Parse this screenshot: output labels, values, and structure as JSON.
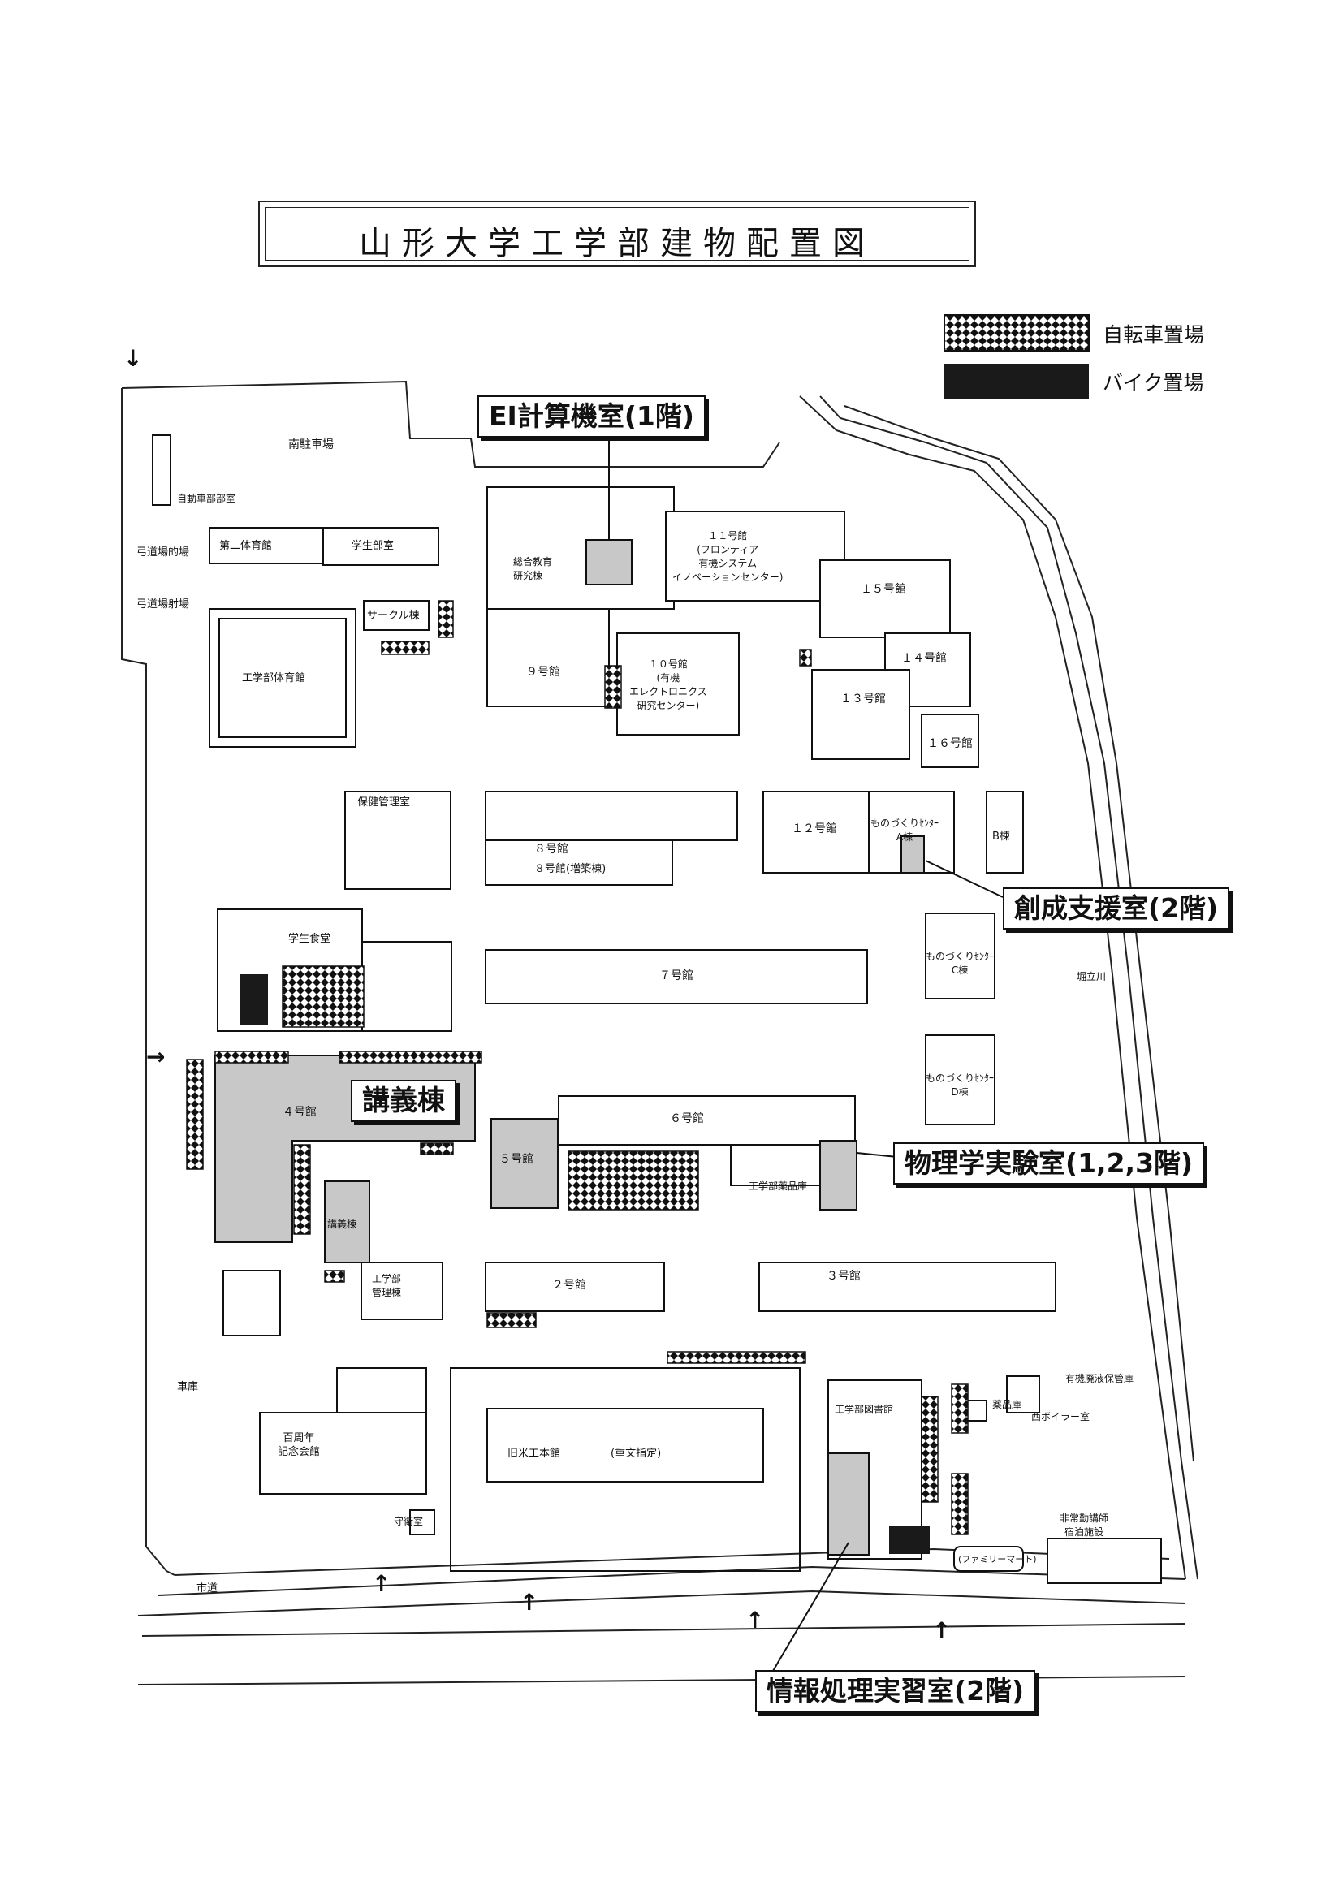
{
  "title": "山形大学工学部建物配置図",
  "colors": {
    "bicycle_pattern": "#111111",
    "motorbike_fill": "#1a1a1a",
    "highlight_gray": "#c8c8c8",
    "line": "#222222"
  },
  "legend": {
    "bicycle": "自転車置場",
    "motorbike": "バイク置場"
  },
  "callouts": {
    "ei": "EI計算機室(1階)",
    "sosei": "創成支援室(2階)",
    "kogi": "講義棟",
    "butsuri": "物理学実験室(1,2,3階)",
    "joho": "情報処理実習室(2階)"
  },
  "labels": {
    "minami_parking": "南駐車場",
    "bike_room": "自動車部部室",
    "archery_range": "弓道場的場",
    "archery_shoot": "弓道場射場",
    "gym2": "第二体育館",
    "student_office": "学生部室",
    "circle": "サークル棟",
    "gym": "工学部体育館",
    "sogo": "総合教育\n研究棟",
    "b11": "１１号館\n(フロンティア\n有機システム\nイノベーションセンター)",
    "b15": "１５号館",
    "b14": "１４号館",
    "b13": "１３号館",
    "b16": "１６号館",
    "b9": "９号館",
    "b10": "１０号館\n(有機\nエレクトロニクス\n研究センター)",
    "hoken": "保健管理室",
    "b8": "８号館",
    "b8ext": "８号館(増築棟)",
    "b12": "１２号館",
    "monoA": "ものづくりｾﾝﾀｰ\nA棟",
    "monoB": "B棟",
    "shokudo": "学生食堂",
    "b7": "７号館",
    "monoC": "ものづくりｾﾝﾀｰ\nC棟",
    "kawa": "堀立川",
    "b4": "４号館",
    "b5": "５号館",
    "b6": "６号館",
    "monoD": "ものづくりｾﾝﾀｰ\nD棟",
    "yakuhinko": "工学部薬品庫",
    "kogito": "講義棟",
    "kanri": "工学部\n管理棟",
    "b2": "２号館",
    "b3": "３号館",
    "shako": "車庫",
    "yuki": "有機廃液保管庫",
    "yakuhin2": "薬品庫",
    "boiler": "西ボイラー室",
    "centennial": "百周年\n記念会館",
    "kyuyone": "旧米工本館",
    "juubun": "(重文指定)",
    "library": "工学部図書館",
    "guard": "守衛室",
    "hijokin": "非常勤講師\n宿泊施設",
    "famima": "(ファミリーマート)",
    "shido": "市道"
  }
}
